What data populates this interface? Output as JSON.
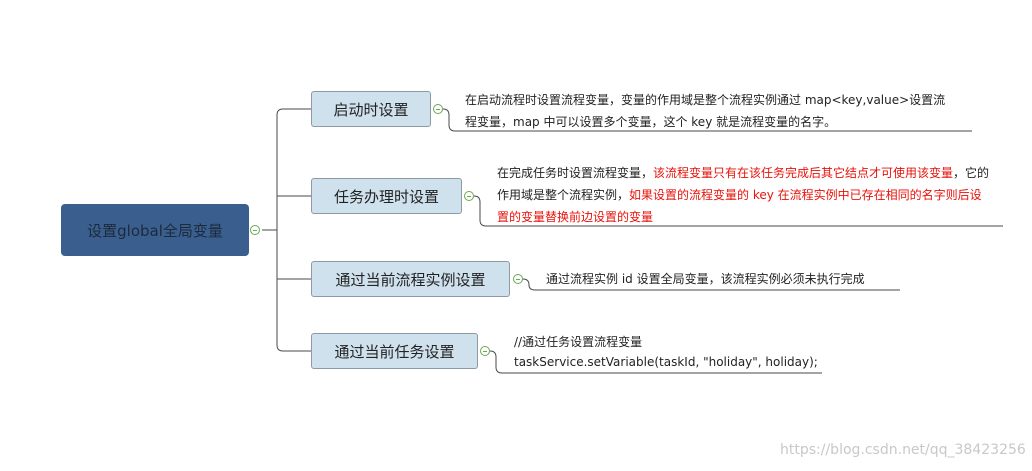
{
  "root": {
    "label": "设置global全局变量"
  },
  "topics": [
    {
      "label": "启动时设置",
      "note": [
        {
          "text": "在启动流程时设置流程变量，变量的作用域是整个流程实例通过 map<key,value>设置流程变量，map 中可以设置多个变量，这个 key 就是流程变量的名字。",
          "red": false
        }
      ]
    },
    {
      "label": "任务办理时设置",
      "note": [
        {
          "text": "在完成任务时设置流程变量，",
          "red": false
        },
        {
          "text": "该流程变量只有在该任务完成后其它结点才可使用该变量",
          "red": true
        },
        {
          "text": "，它的作用域是整个流程实例，",
          "red": false
        },
        {
          "text": "如果设置的流程变量的 key 在流程实例中已存在相同的名字则后设置的变量替换前边设置的变量",
          "red": true
        }
      ]
    },
    {
      "label": "通过当前流程实例设置",
      "note": [
        {
          "text": "通过流程实例 id 设置全局变量，该流程实例必须未执行完成",
          "red": false
        }
      ]
    },
    {
      "label": "通过当前任务设置",
      "note_lines": [
        "//通过任务设置流程变量",
        "taskService.setVariable(taskId, \"holiday\", holiday);"
      ]
    }
  ],
  "watermark": "https://blog.csdn.net/qq_38423256",
  "colors": {
    "root_fill": "#3a5f8e",
    "topic_fill": "#d0e1ee",
    "highlight": "#e8120a",
    "toggle": "#6aa84f"
  }
}
